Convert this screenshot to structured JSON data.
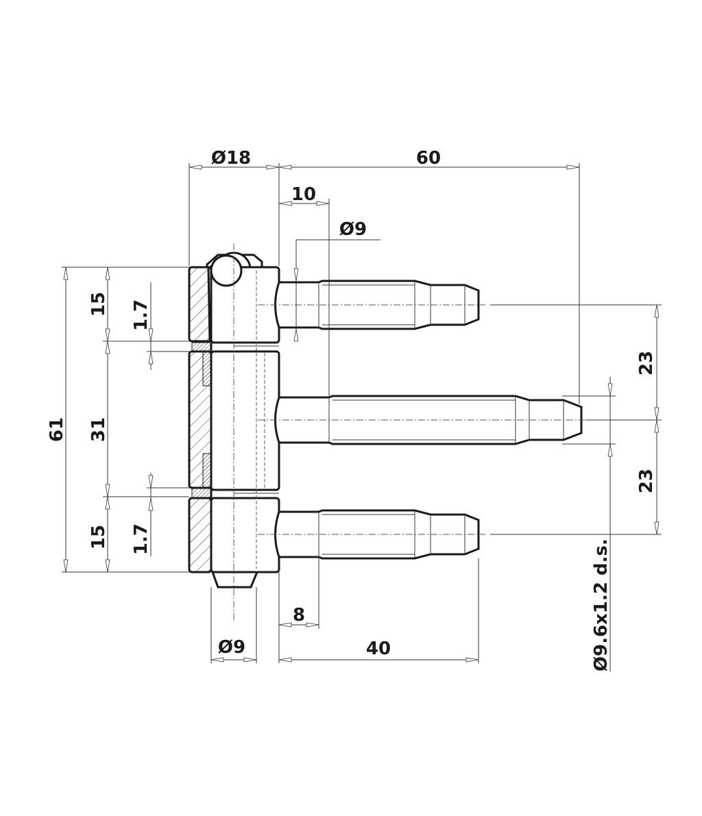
{
  "drawing": {
    "title": "3-part door hinge technical drawing",
    "dimensions": {
      "hinge_diameter": "Ø18",
      "overall_length": "60",
      "stem_length_middle": "10",
      "pin_diameter_top": "Ø9",
      "total_height": "61",
      "top_knuckle": "15",
      "middle_knuckle": "31",
      "bottom_knuckle": "15",
      "gap_top": "1.7",
      "gap_bottom": "1.7",
      "pitch_upper": "23",
      "pitch_lower": "23",
      "thread_spec": "Ø9.6x1.2 d.s.",
      "stem_length_outer": "8",
      "pin_diameter_bottom": "Ø9",
      "outer_pin_length": "40"
    }
  }
}
